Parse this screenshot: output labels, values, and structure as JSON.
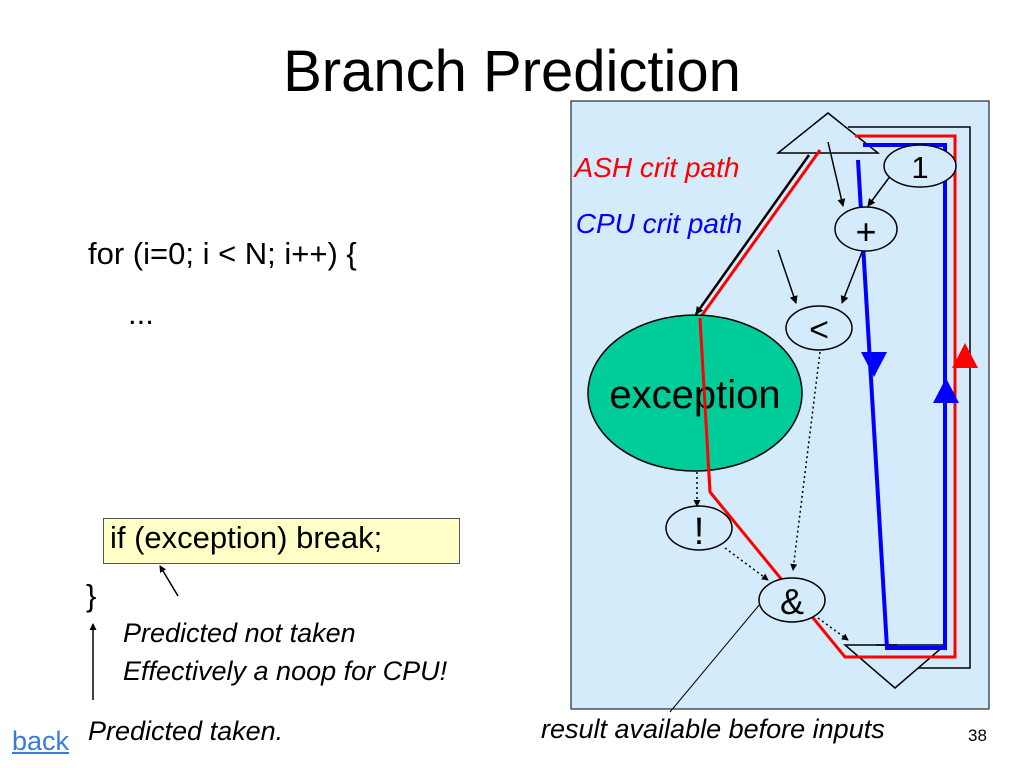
{
  "slide": {
    "title": "Branch Prediction",
    "page_number": "38",
    "back_link": "back"
  },
  "code": {
    "line1": "for (i=0; i < N; i++) {",
    "line2": "...",
    "highlighted_line": "if (exception) break;",
    "closing_brace": "}"
  },
  "annotations": {
    "not_taken_line1": "Predicted not taken",
    "not_taken_line2": "Effectively a noop for CPU!",
    "taken": "Predicted taken.",
    "result_note": "result available before inputs"
  },
  "diagram": {
    "ash_label": "ASH crit path",
    "cpu_label": "CPU crit path",
    "nodes": {
      "one": "1",
      "plus": "+",
      "less": "<",
      "exception": "exception",
      "not": "!",
      "and": "&"
    },
    "colors": {
      "panel_bg": "#d3ebfb",
      "ash_path": "#ff0000",
      "cpu_path": "#0000ff",
      "exception_fill": "#00cc99"
    }
  }
}
